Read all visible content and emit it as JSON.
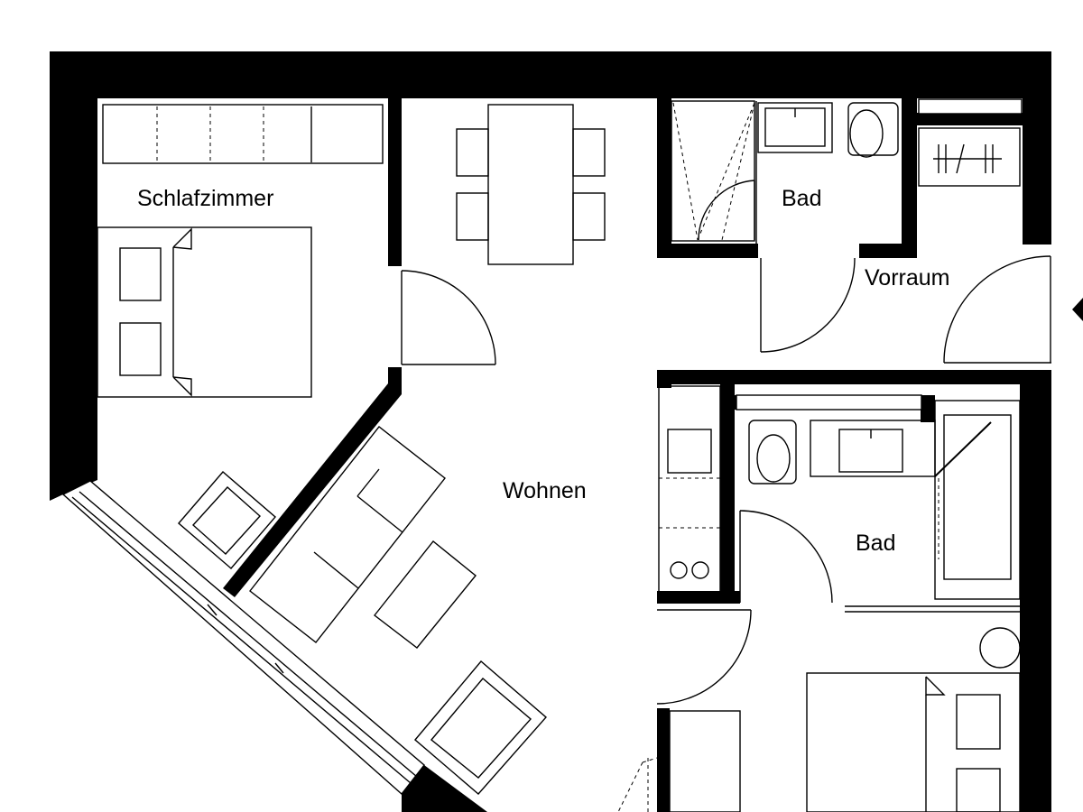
{
  "rooms": {
    "schlafzimmer": "Schlafzimmer",
    "bad_top": "Bad",
    "vorraum": "Vorraum",
    "wohnen": "Wohnen",
    "bad_bottom": "Bad"
  }
}
